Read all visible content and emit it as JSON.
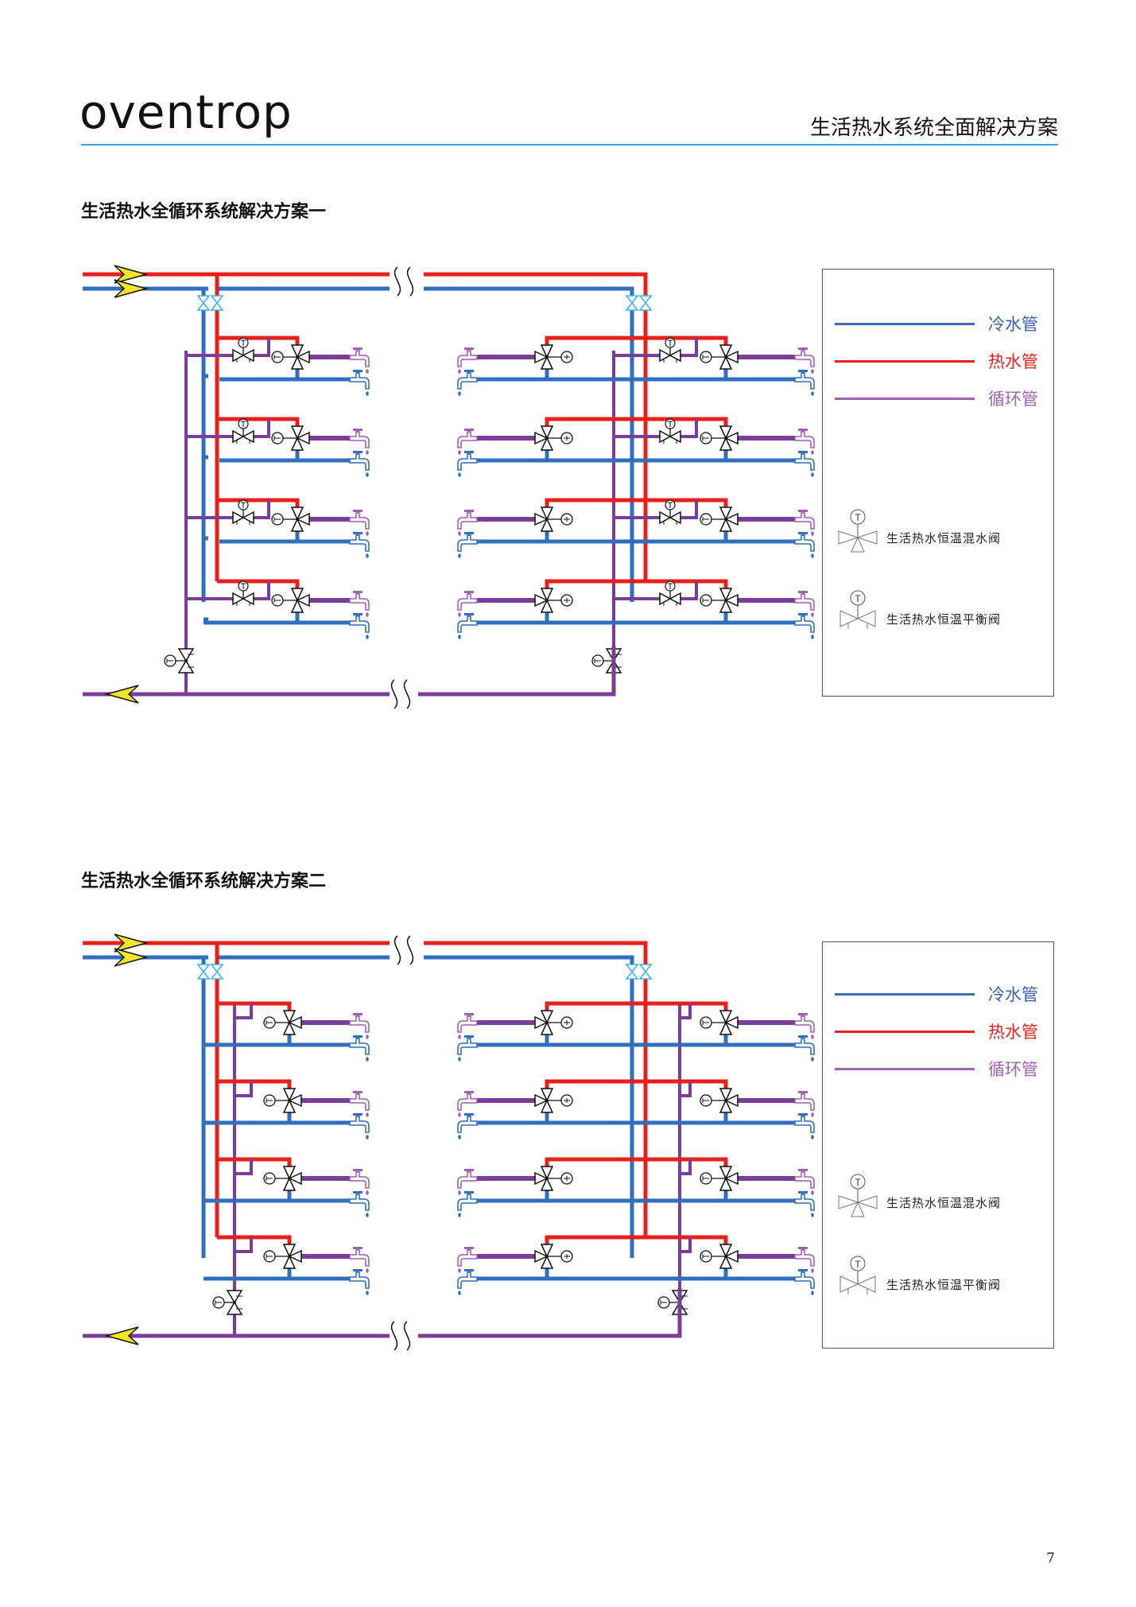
{
  "header": {
    "logo": "oventrop",
    "title": "生活热水系统全面解决方案",
    "accent_color": "#35a6dd"
  },
  "colors": {
    "cold": "#2f6fbd",
    "hot": "#e8201c",
    "circulation": "#7a3d9a",
    "arrow_fill": "#f2e627",
    "isolation_valve": "#3fb3e6"
  },
  "schemes": [
    {
      "title": "生活热水全循环系统解决方案一",
      "balancing_valve_per_floor": true,
      "floors_per_riser": 4,
      "risers": 2,
      "legend": {
        "pipes": [
          {
            "label": "冷水管",
            "color": "#3a6fbd"
          },
          {
            "label": "热水管",
            "color": "#e8201c"
          },
          {
            "label": "循环管",
            "color": "#a15fb5"
          }
        ],
        "valves": [
          {
            "icon": "thermostatic-mixing-valve",
            "label": "生活热水恒温混水阀"
          },
          {
            "icon": "thermostatic-balancing-valve",
            "label": "生活热水恒温平衡阀"
          }
        ]
      }
    },
    {
      "title": "生活热水全循环系统解决方案二",
      "balancing_valve_per_floor": false,
      "floors_per_riser": 4,
      "risers": 2,
      "legend": {
        "pipes": [
          {
            "label": "冷水管",
            "color": "#3a6fbd"
          },
          {
            "label": "热水管",
            "color": "#e8201c"
          },
          {
            "label": "循环管",
            "color": "#a15fb5"
          }
        ],
        "valves": [
          {
            "icon": "thermostatic-mixing-valve",
            "label": "生活热水恒温混水阀"
          },
          {
            "icon": "thermostatic-balancing-valve",
            "label": "生活热水恒温平衡阀"
          }
        ]
      }
    }
  ],
  "page_number": "7"
}
